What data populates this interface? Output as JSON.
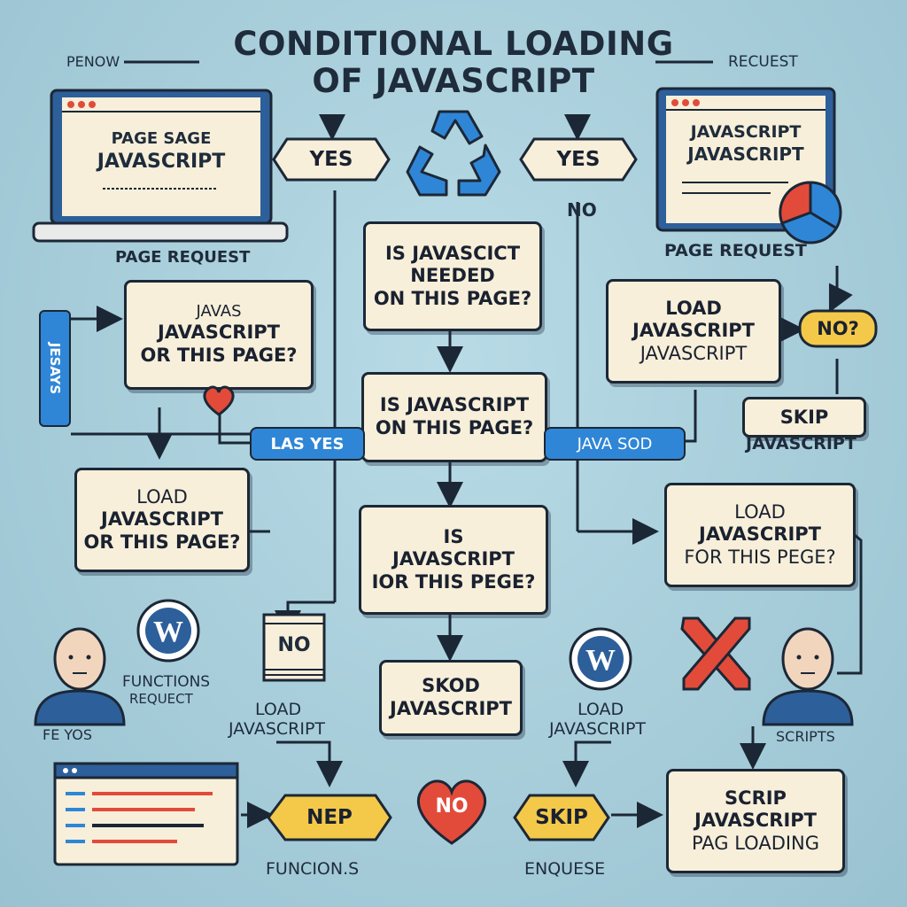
{
  "title": {
    "line1": "CONDITIONAL LOADING",
    "line2": "OF JAVASCRIPT"
  },
  "corner_labels": {
    "top_left": "PENOW",
    "top_right": "RECUEST"
  },
  "laptop_left": {
    "line1": "PAGE SAGE",
    "line2": "JAVASCRIPT",
    "caption": "PAGE REQUEST"
  },
  "laptop_right": {
    "line1": "JAVASCRIPT",
    "line2": "JAVASCRIPT",
    "caption": "PAGE REQUEST"
  },
  "tags": {
    "yes_left": "YES",
    "yes_right": "YES",
    "no_right": "NO?",
    "nep": "NEP",
    "skip": "SKIP"
  },
  "center": {
    "q1": [
      "IS JAVASCICT",
      "NEEDED",
      "ON THIS PAGE?"
    ],
    "q2": [
      "IS JAVASCRIPT",
      "ON THIS PAGE?"
    ],
    "q3": [
      "IS",
      "JAVASCRIPT",
      "IOR THIS PEGE?"
    ],
    "skod": [
      "SKOD",
      "JAVASCRIPT"
    ]
  },
  "left": {
    "javas_box": [
      "JAVAS",
      "JAVASCRIPT",
      "OR THIS PAGE?"
    ],
    "vertical_pill": "JESAYS",
    "pill_yes": "LAS YES",
    "load_box": [
      "LOAD",
      "JAVASCRIPT",
      "OR THIS PAGE?"
    ],
    "no_stack": "NO",
    "functions": [
      "FUNCTIONS",
      "REQUECT"
    ],
    "person_caption": "FE YOS",
    "load_caption": [
      "LOAD",
      "JAVASCRIPT"
    ],
    "funcions": "FUNCION.S"
  },
  "right": {
    "no_label": "NO",
    "load_box": [
      "LOAD",
      "JAVASCRIPT",
      "JAVASCRIPT"
    ],
    "skip_box": "SKIP",
    "skip_caption": "JAVASCRIPT",
    "pill_javasod": "JAVA SOD",
    "load_for_box": [
      "LOAD",
      "JAVASCRIPT",
      "FOR THIS PEGE?"
    ],
    "load_caption": [
      "LOAD",
      "JAVASCRIPT"
    ],
    "scripts_caption": "SCRIPTS",
    "scrip_box": [
      "SCRIP",
      "JAVASCRIPT",
      "PAG LOADING"
    ],
    "enquese": "ENQUESE"
  },
  "heart_label": "NO",
  "colors": {
    "background": "#a9cfdc",
    "card": "#f7efd9",
    "ink": "#1c2736",
    "blue": "#2f86d6",
    "yellow": "#f4c94a",
    "red": "#e24b3a"
  }
}
